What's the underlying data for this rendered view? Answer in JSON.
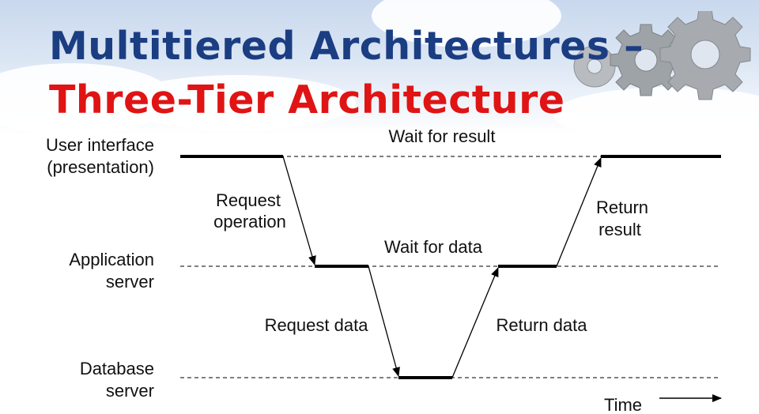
{
  "title": {
    "line1": "Multitiered Architectures –",
    "line2": "Three-Tier Architecture"
  },
  "colors": {
    "title_line1": "#1b3d82",
    "title_line2": "#e01414",
    "line": "#000000",
    "gear": "#9ea3a8"
  },
  "tiers": [
    {
      "line1": "User interface",
      "line2": "(presentation)"
    },
    {
      "line1": "Application",
      "line2": "server"
    },
    {
      "line1": "Database",
      "line2": "server"
    }
  ],
  "waits": {
    "result": "Wait for result",
    "data": "Wait for data"
  },
  "arrows": {
    "request_operation": {
      "line1": "Request",
      "line2": "operation"
    },
    "request_data": "Request data",
    "return_data": "Return data",
    "return_result": {
      "line1": "Return",
      "line2": "result"
    }
  },
  "time_label": "Time",
  "icons": [
    "gear-icon",
    "gear-icon",
    "gear-icon"
  ]
}
